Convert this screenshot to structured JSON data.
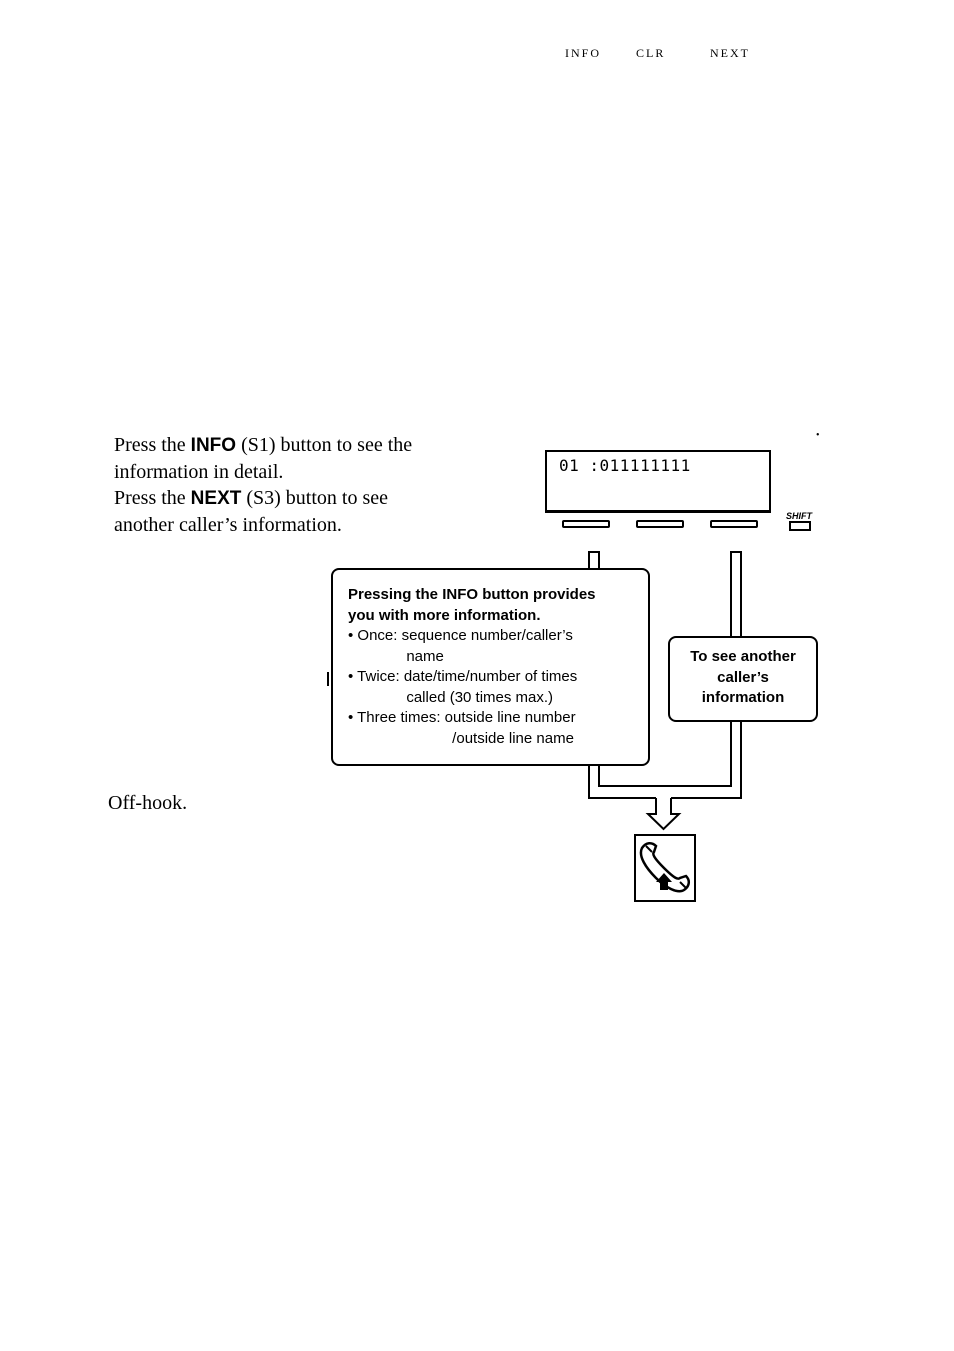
{
  "steps": [
    {
      "line1_pre": "Press the ",
      "line1_bold": "INFO",
      "line1_post": " (S1) button to see the",
      "line2": "information in detail.",
      "line3_pre": "Press the ",
      "line3_bold": "NEXT",
      "line3_post": " (S3) button to see",
      "line4": "another caller’s information."
    },
    {
      "text": "Off-hook."
    }
  ],
  "display": {
    "line": "01 :011111111",
    "soft_labels": [
      "INFO",
      "CLR",
      "NEXT"
    ],
    "shift_label": "SHIFT"
  },
  "info_callout": {
    "title_line1": "Pressing the INFO button provides",
    "title_line2": "you with more information.",
    "lines": [
      "• Once: sequence number/caller’s",
      "              name",
      "• Twice: date/time/number of times",
      "              called (30 times max.)",
      "• Three times: outside line number",
      "                         /outside line name"
    ]
  },
  "next_callout": {
    "lines": [
      "To see another",
      "caller’s",
      "information"
    ]
  },
  "icons": {
    "handset": "off-hook-handset-icon"
  }
}
